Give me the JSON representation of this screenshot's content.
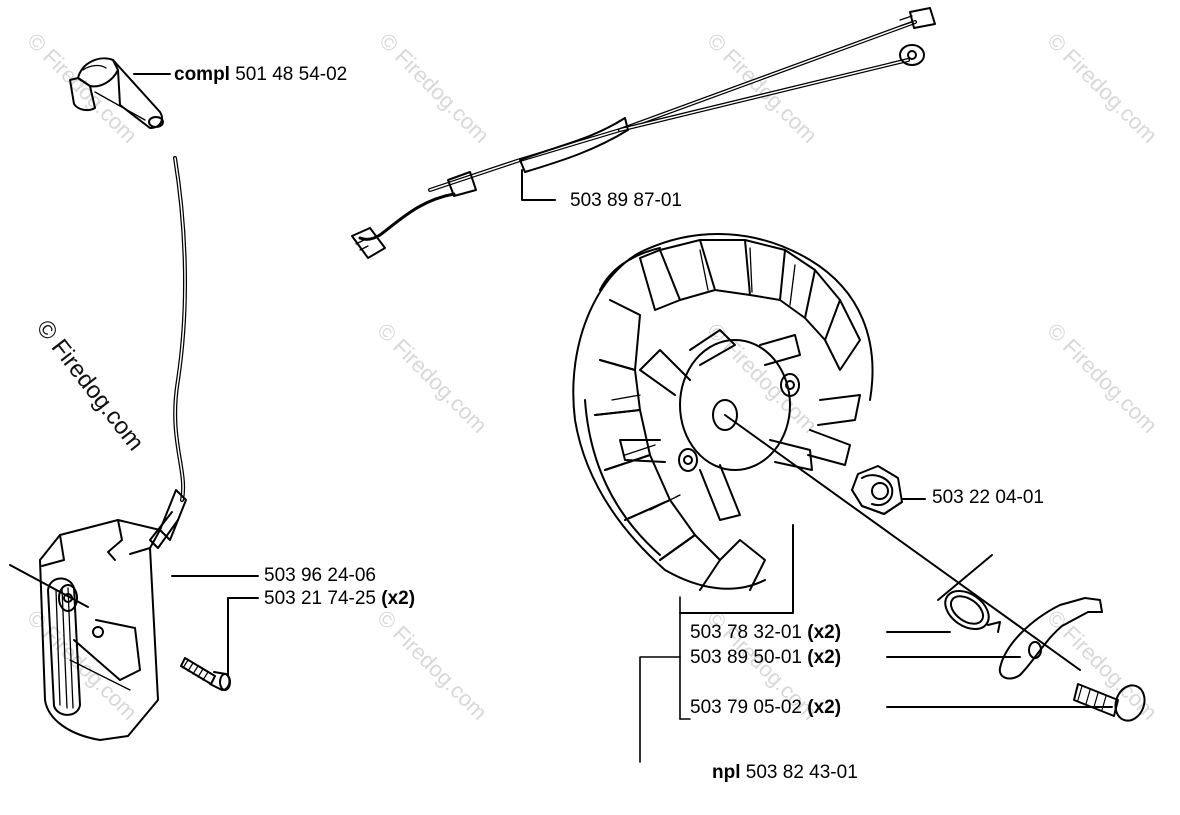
{
  "watermark": "© Firedog.com",
  "parts": {
    "plug_cap": {
      "bold": "compl",
      "number": "501 48 54-02"
    },
    "wire_harness": {
      "number": "503 89 87-01"
    },
    "ignition_module": {
      "number": "503 96 24-06"
    },
    "module_screw": {
      "number": "503 21 74-25",
      "qty": "(x2)"
    },
    "flywheel_nut": {
      "number": "503 22 04-01"
    },
    "spring": {
      "number": "503 78 32-01",
      "qty": "(x2)"
    },
    "pawl": {
      "number": "503 89 50-01",
      "qty": "(x2)"
    },
    "pawl_pin": {
      "number": "503 79 05-02",
      "qty": "(x2)"
    },
    "flywheel_assy": {
      "bold": "npl",
      "number": "503 82 43-01"
    }
  },
  "colors": {
    "line": "#000000",
    "watermark": "#d8d8d8"
  }
}
